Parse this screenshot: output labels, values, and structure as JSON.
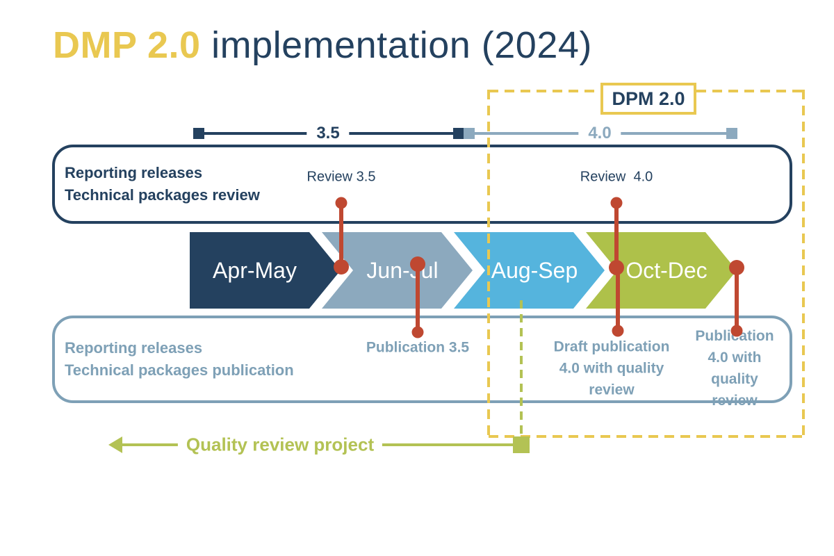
{
  "title": {
    "brand": "DMP 2.0",
    "rest": " implementation (2024)"
  },
  "dpm_badge": {
    "label": "DPM 2.0"
  },
  "timelines": [
    {
      "label": "3.5",
      "color": "#24415F"
    },
    {
      "label": "4.0",
      "color": "#8CA9BE"
    }
  ],
  "review_box": {
    "title_line1": "Reporting releases",
    "title_line2": "Technical packages review",
    "milestones": [
      {
        "label": "Review 3.5"
      },
      {
        "label": "Review  4.0"
      }
    ]
  },
  "phases": [
    {
      "label": "Apr-May",
      "color": "#24415F"
    },
    {
      "label": "Jun-Jul",
      "color": "#8CA9BE"
    },
    {
      "label": "Aug-Sep",
      "color": "#55B4DD"
    },
    {
      "label": "Oct-Dec",
      "color": "#AEC14A"
    }
  ],
  "publication_box": {
    "title_line1": "Reporting releases",
    "title_line2": "Technical packages publication",
    "milestones": [
      {
        "label": "Publication 3.5"
      },
      {
        "label": "Draft publication\n4.0 with quality\nreview"
      },
      {
        "label": "Publication\n4.0 with quality\nreview"
      }
    ]
  },
  "quality_project": {
    "label": "Quality review project",
    "color": "#B3C254"
  },
  "colors": {
    "navy": "#24415F",
    "yellow": "#E9C851",
    "blue_gray": "#8CA9BE",
    "light_blue": "#55B4DD",
    "olive": "#AEC14A",
    "red": "#BF4831",
    "label_blue": "#7EA0B6"
  }
}
